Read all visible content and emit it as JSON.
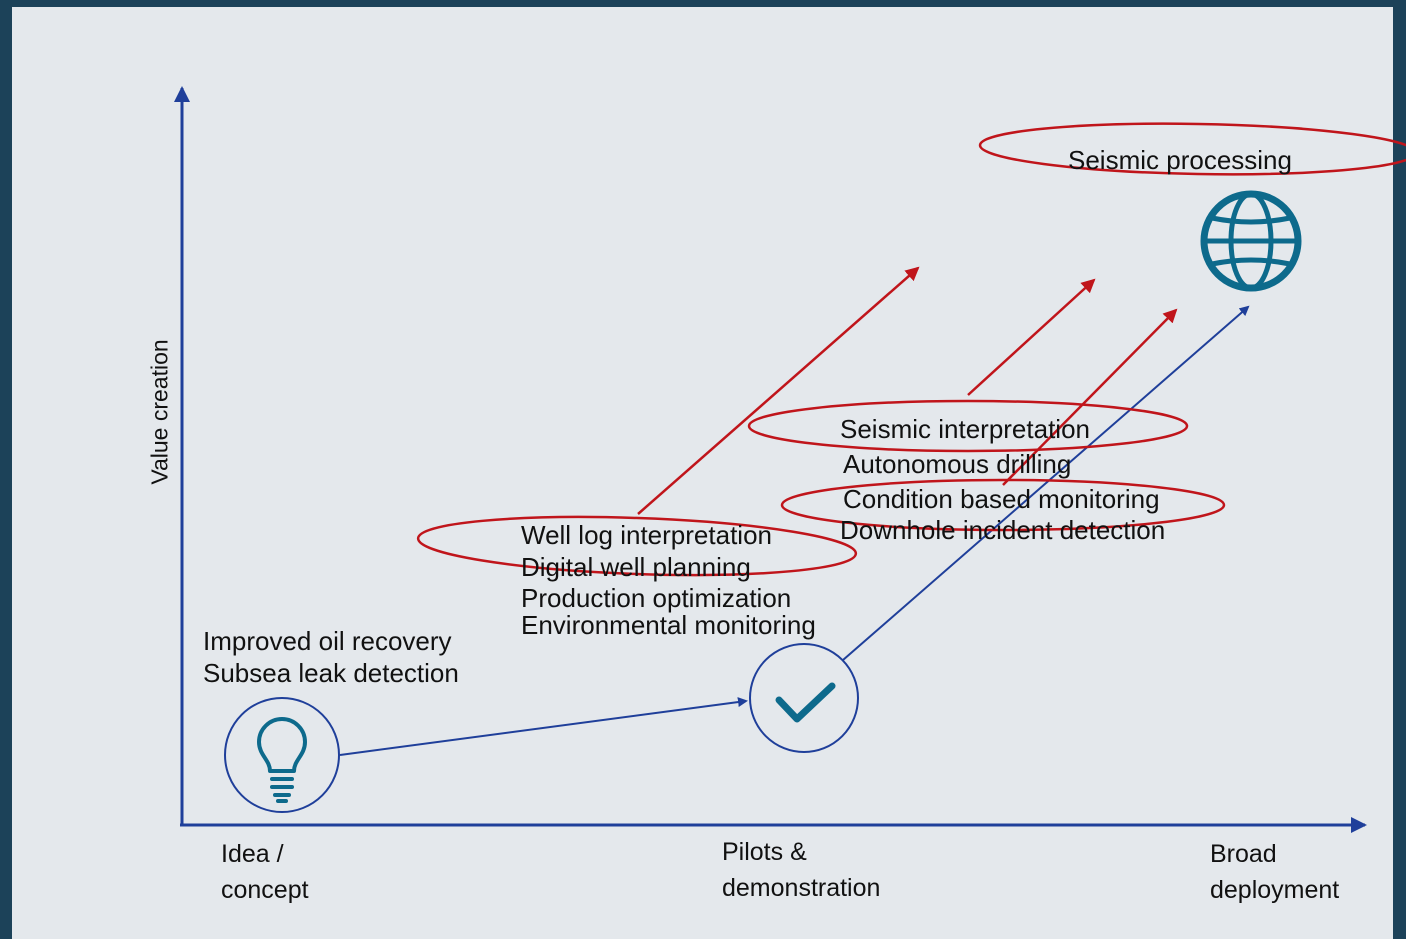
{
  "y_axis_label": "Value creation",
  "x_axis_stages": [
    {
      "line1": "Idea /",
      "line2": "concept"
    },
    {
      "line1": "Pilots &",
      "line2": "demonstration"
    },
    {
      "line1": "Broad",
      "line2": "deployment"
    }
  ],
  "groups": {
    "idea_group": [
      "Improved oil recovery",
      "Subsea leak detection"
    ],
    "pilot_group": [
      "Well log interpretation",
      "Digital well planning",
      "Production optimization",
      "Environmental monitoring"
    ],
    "mid_group": [
      "Seismic interpretation",
      "Autonomous drilling",
      "Condition based monitoring",
      "Downhole incident detection"
    ],
    "deploy_group": [
      "Seismic processing"
    ]
  },
  "icons": {
    "idea": "lightbulb-icon",
    "pilot": "checkmark-icon",
    "deployment": "globe-icon"
  },
  "colors": {
    "background": "#1c4259",
    "panel": "#e4e8ec",
    "axis": "#1f3f9a",
    "highlight": "#c0151b",
    "icon_teal": "#0d6a8c"
  }
}
